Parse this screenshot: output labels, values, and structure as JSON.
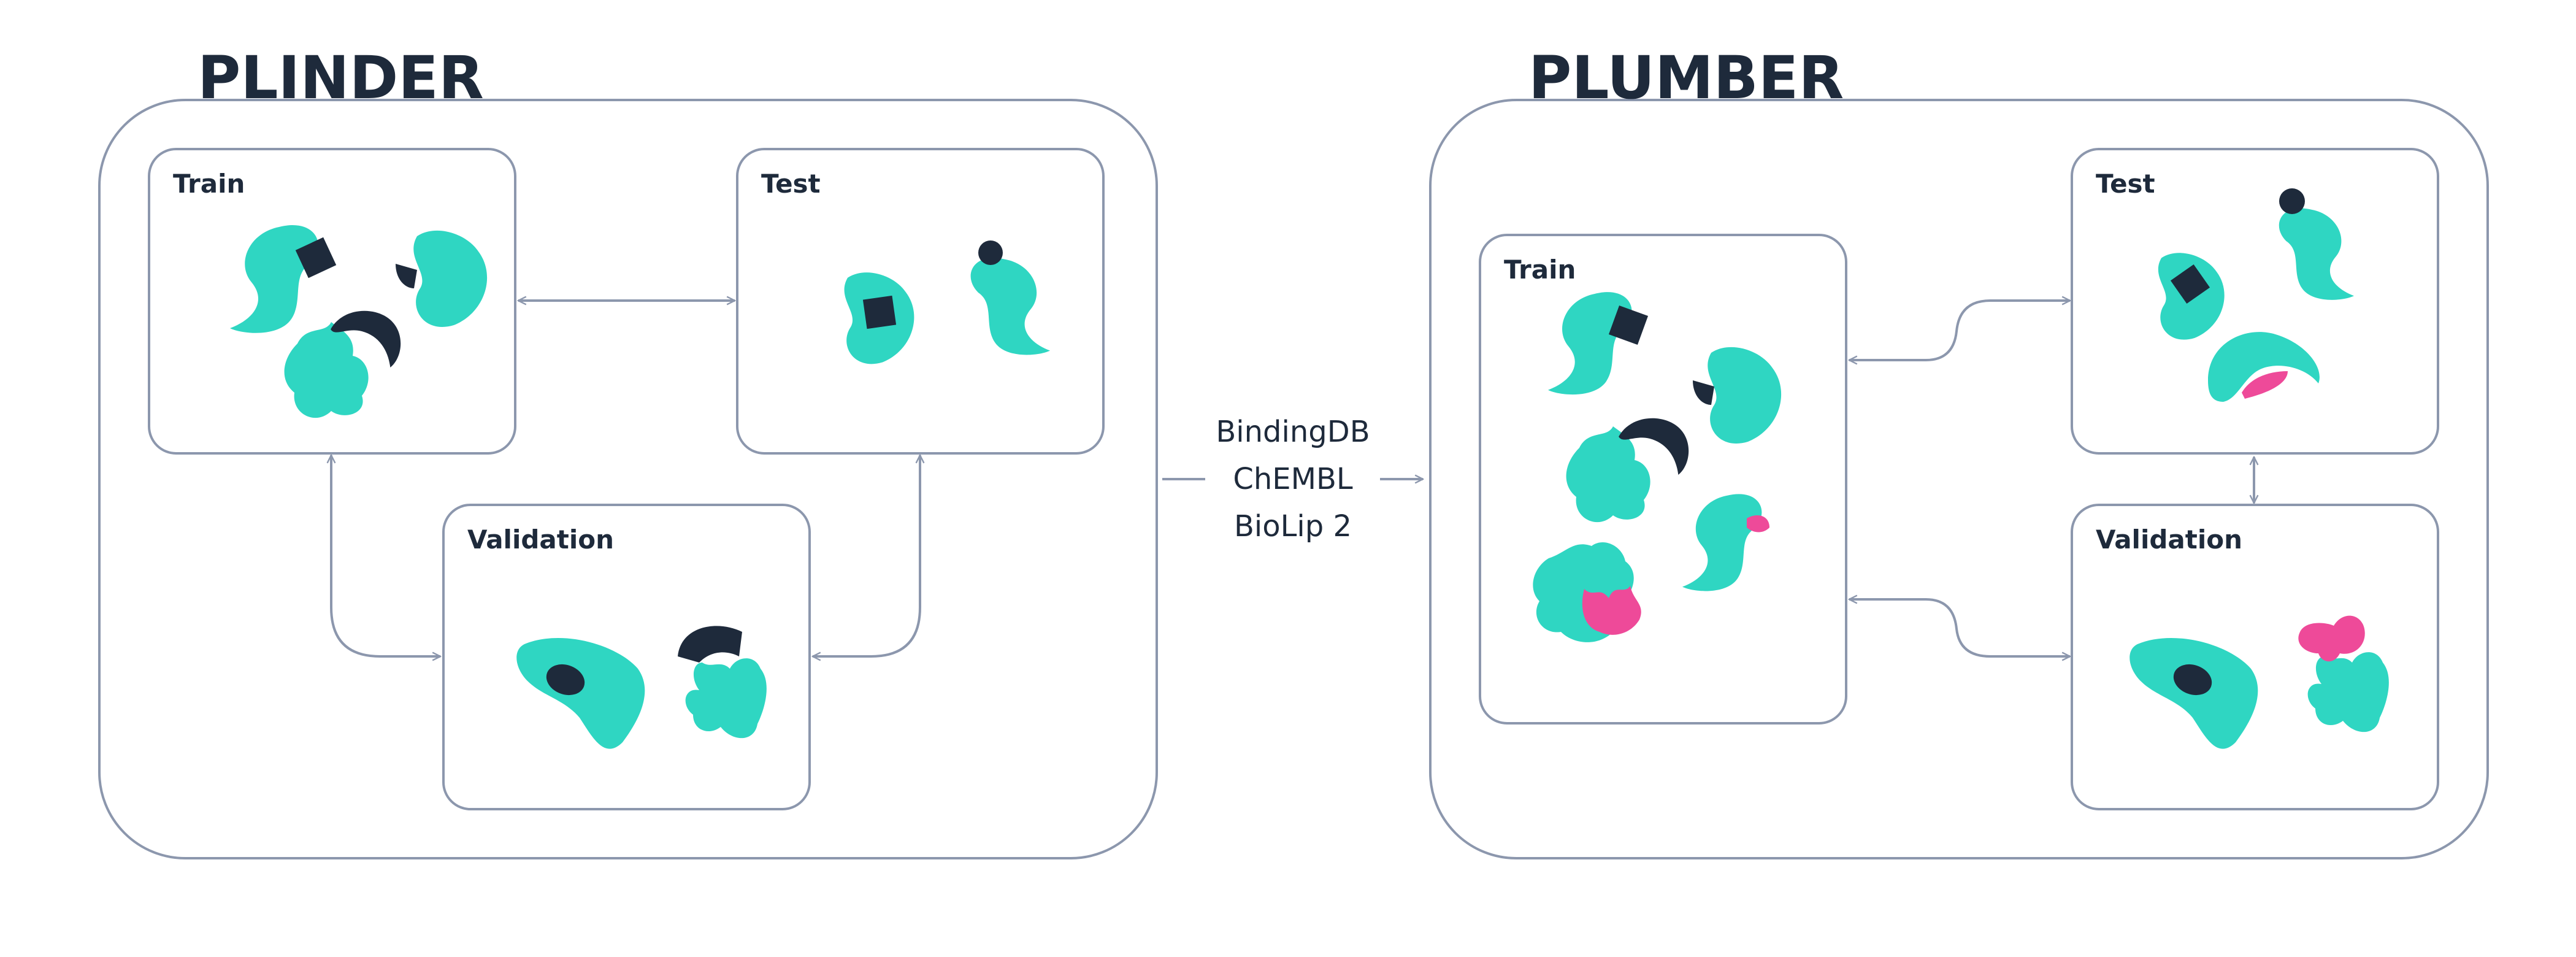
{
  "colors": {
    "protein": "#2fd6c2",
    "ligand_dark": "#1e2a3b",
    "ligand_pink": "#ee4a99",
    "line": "#8c97ad",
    "text": "#1e2a3b"
  },
  "plinder": {
    "title": "PLINDER",
    "train_label": "Train",
    "test_label": "Test",
    "validation_label": "Validation"
  },
  "plumber": {
    "title": "PLUMBER",
    "train_label": "Train",
    "test_label": "Test",
    "validation_label": "Validation"
  },
  "sources": [
    "BindingDB",
    "ChEMBL",
    "BioLip 2"
  ]
}
